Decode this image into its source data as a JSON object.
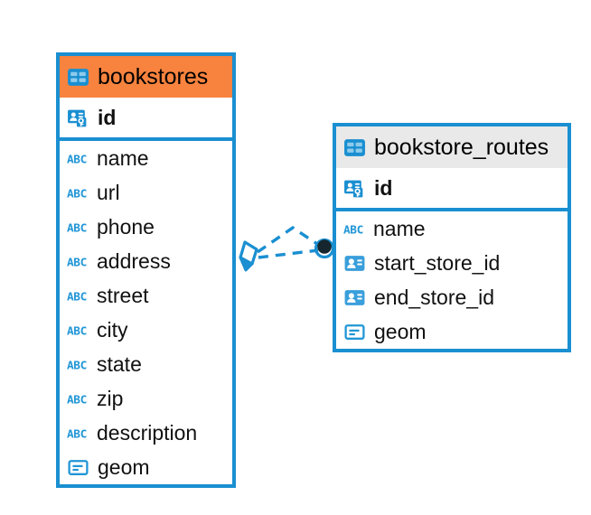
{
  "diagram": {
    "type": "entity-relationship-diagram",
    "background_color": "#ffffff",
    "accent_color": "#1a8fd1",
    "highlight_color": "#f7833e",
    "header_grey": "#e9e9e9"
  },
  "entities": [
    {
      "name": "bookstores",
      "header_style": "orange",
      "table_icon": "table-icon",
      "primary_key": {
        "label": "id",
        "icon": "primary-key-icon"
      },
      "fields": [
        {
          "label": "name",
          "icon": "text-abc-icon"
        },
        {
          "label": "url",
          "icon": "text-abc-icon"
        },
        {
          "label": "phone",
          "icon": "text-abc-icon"
        },
        {
          "label": "address",
          "icon": "text-abc-icon"
        },
        {
          "label": "street",
          "icon": "text-abc-icon"
        },
        {
          "label": "city",
          "icon": "text-abc-icon"
        },
        {
          "label": "state",
          "icon": "text-abc-icon"
        },
        {
          "label": "zip",
          "icon": "text-abc-icon"
        },
        {
          "label": "description",
          "icon": "text-abc-icon"
        },
        {
          "label": "geom",
          "icon": "geometry-icon"
        }
      ]
    },
    {
      "name": "bookstore_routes",
      "header_style": "grey",
      "table_icon": "table-icon",
      "primary_key": {
        "label": "id",
        "icon": "primary-key-icon"
      },
      "fields": [
        {
          "label": "name",
          "icon": "text-abc-icon"
        },
        {
          "label": "start_store_id",
          "icon": "foreign-key-icon"
        },
        {
          "label": "end_store_id",
          "icon": "foreign-key-icon"
        },
        {
          "label": "geom",
          "icon": "geometry-icon"
        }
      ]
    }
  ],
  "relationship": {
    "style": "dashed",
    "color": "#1a8fd1",
    "source_endpoint": "diamond-marker",
    "target_endpoint": "filled-circle-marker",
    "target_fill": "#16262e",
    "branches": 2
  }
}
